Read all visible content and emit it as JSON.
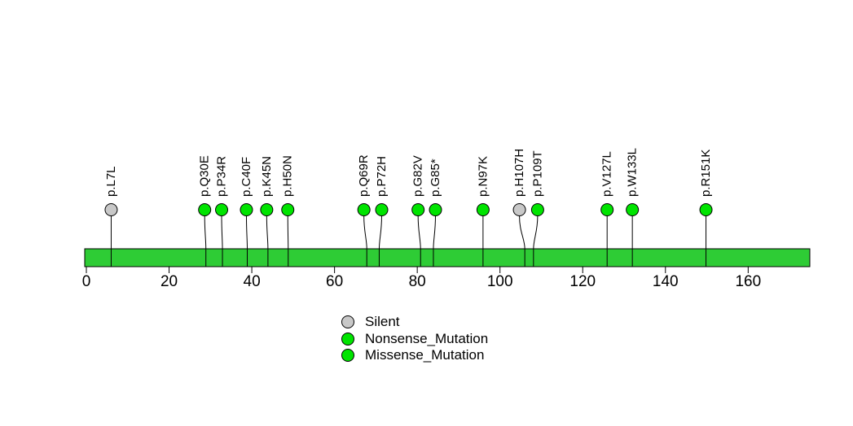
{
  "chart_data": {
    "type": "lollipop",
    "title": "",
    "xlabel": "",
    "ylabel": "",
    "axis_ticks": [
      0,
      20,
      40,
      60,
      80,
      100,
      120,
      140,
      160
    ],
    "xlim": [
      0,
      175
    ],
    "protein_bar": {
      "start": 0,
      "end": 175
    },
    "legend_position": "bottom-center",
    "grid": false,
    "legend": [
      {
        "label": "Silent",
        "color": "#c8c8c8"
      },
      {
        "label": "Nonsense_Mutation",
        "color": "#00e400"
      },
      {
        "label": "Missense_Mutation",
        "color": "#00e400"
      }
    ],
    "mutations": [
      {
        "label": "p.L7L",
        "pos": 7,
        "type": "Silent",
        "display_x": 6.0,
        "anchor_x": 6.0
      },
      {
        "label": "p.Q30E",
        "pos": 30,
        "type": "Missense_Mutation",
        "display_x": 28.6,
        "anchor_x": 28.9
      },
      {
        "label": "p.P34R",
        "pos": 34,
        "type": "Missense_Mutation",
        "display_x": 32.7,
        "anchor_x": 32.9
      },
      {
        "label": "p.C40F",
        "pos": 40,
        "type": "Missense_Mutation",
        "display_x": 38.7,
        "anchor_x": 38.9
      },
      {
        "label": "p.K45N",
        "pos": 45,
        "type": "Missense_Mutation",
        "display_x": 43.6,
        "anchor_x": 43.9
      },
      {
        "label": "p.H50N",
        "pos": 50,
        "type": "Missense_Mutation",
        "display_x": 48.7,
        "anchor_x": 48.8
      },
      {
        "label": "p.Q69R",
        "pos": 69,
        "type": "Missense_Mutation",
        "display_x": 67.1,
        "anchor_x": 67.8
      },
      {
        "label": "p.P72H",
        "pos": 72,
        "type": "Missense_Mutation",
        "display_x": 71.4,
        "anchor_x": 70.8
      },
      {
        "label": "p.G82V",
        "pos": 82,
        "type": "Missense_Mutation",
        "display_x": 80.2,
        "anchor_x": 80.8
      },
      {
        "label": "p.G85*",
        "pos": 85,
        "type": "Nonsense_Mutation",
        "display_x": 84.4,
        "anchor_x": 83.9
      },
      {
        "label": "p.N97K",
        "pos": 97,
        "type": "Missense_Mutation",
        "display_x": 95.9,
        "anchor_x": 95.9
      },
      {
        "label": "p.H107H",
        "pos": 107,
        "type": "Silent",
        "display_x": 104.7,
        "anchor_x": 106.0
      },
      {
        "label": "p.P109T",
        "pos": 109,
        "type": "Missense_Mutation",
        "display_x": 109.1,
        "anchor_x": 108.1
      },
      {
        "label": "p.V127L",
        "pos": 127,
        "type": "Missense_Mutation",
        "display_x": 125.9,
        "anchor_x": 125.9
      },
      {
        "label": "p.W133L",
        "pos": 133,
        "type": "Missense_Mutation",
        "display_x": 132.0,
        "anchor_x": 132.0
      },
      {
        "label": "p.R151K",
        "pos": 151,
        "type": "Missense_Mutation",
        "display_x": 149.8,
        "anchor_x": 149.8
      }
    ],
    "colors": {
      "Silent": "#c8c8c8",
      "Nonsense_Mutation": "#00e400",
      "Missense_Mutation": "#00e400",
      "bar_fill": "#2ecc35",
      "outline": "#000000"
    }
  }
}
